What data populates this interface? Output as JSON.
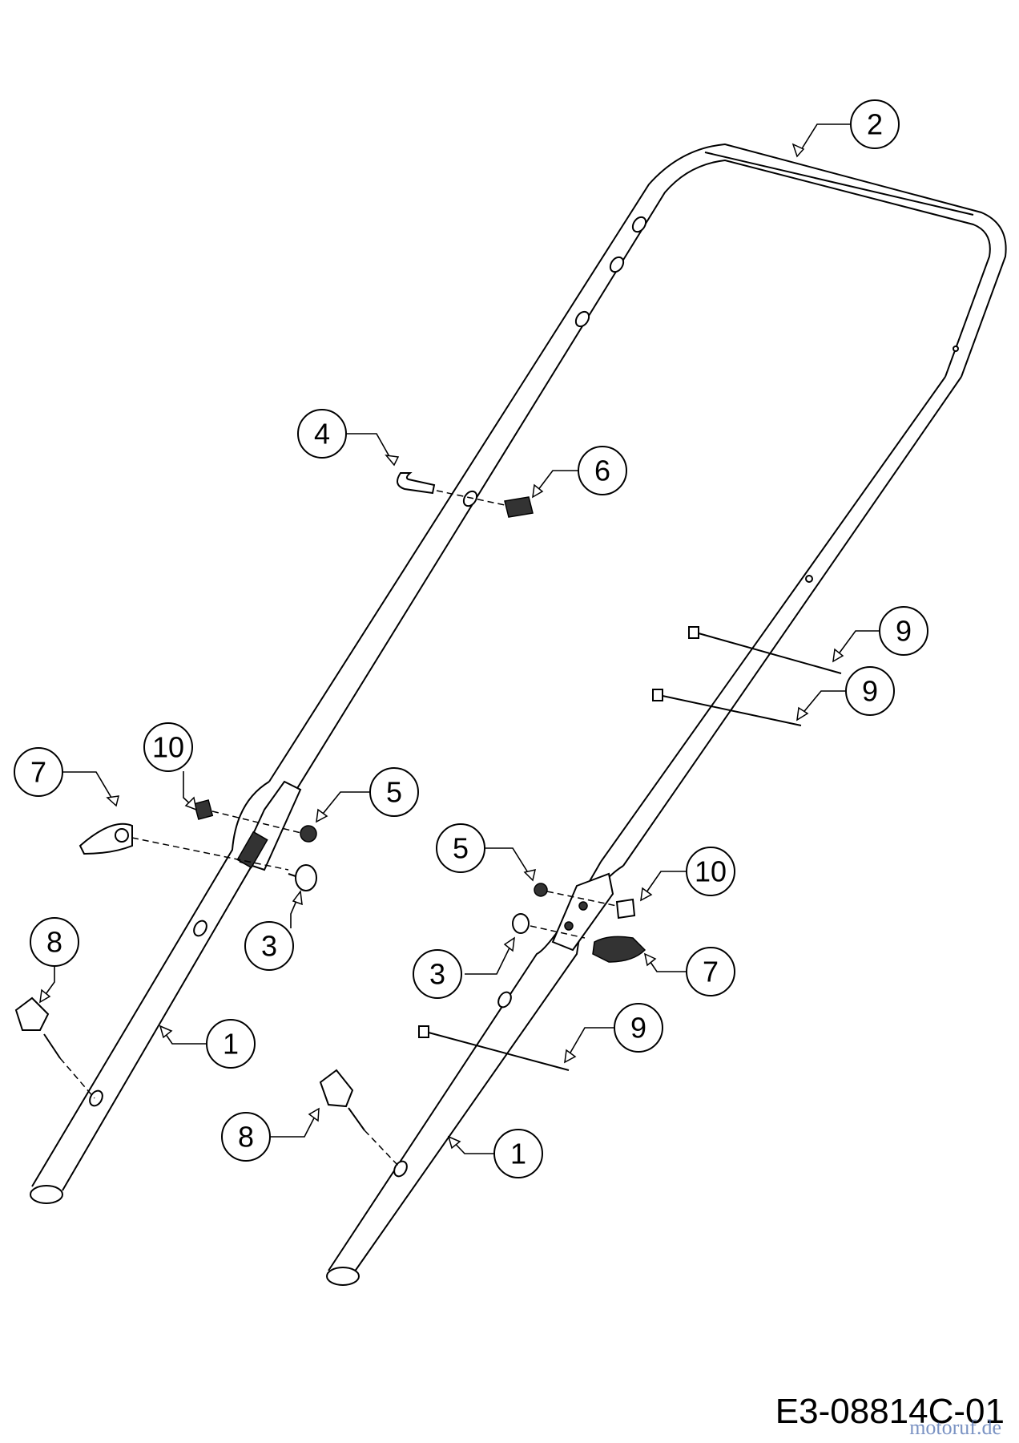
{
  "drawing_number": "E3-08814C-01",
  "watermark": "motoruf.de",
  "callouts": [
    "2",
    "4",
    "6",
    "9",
    "9",
    "10",
    "7",
    "5",
    "5",
    "10",
    "3",
    "8",
    "3",
    "7",
    "1",
    "9",
    "8",
    "1"
  ]
}
